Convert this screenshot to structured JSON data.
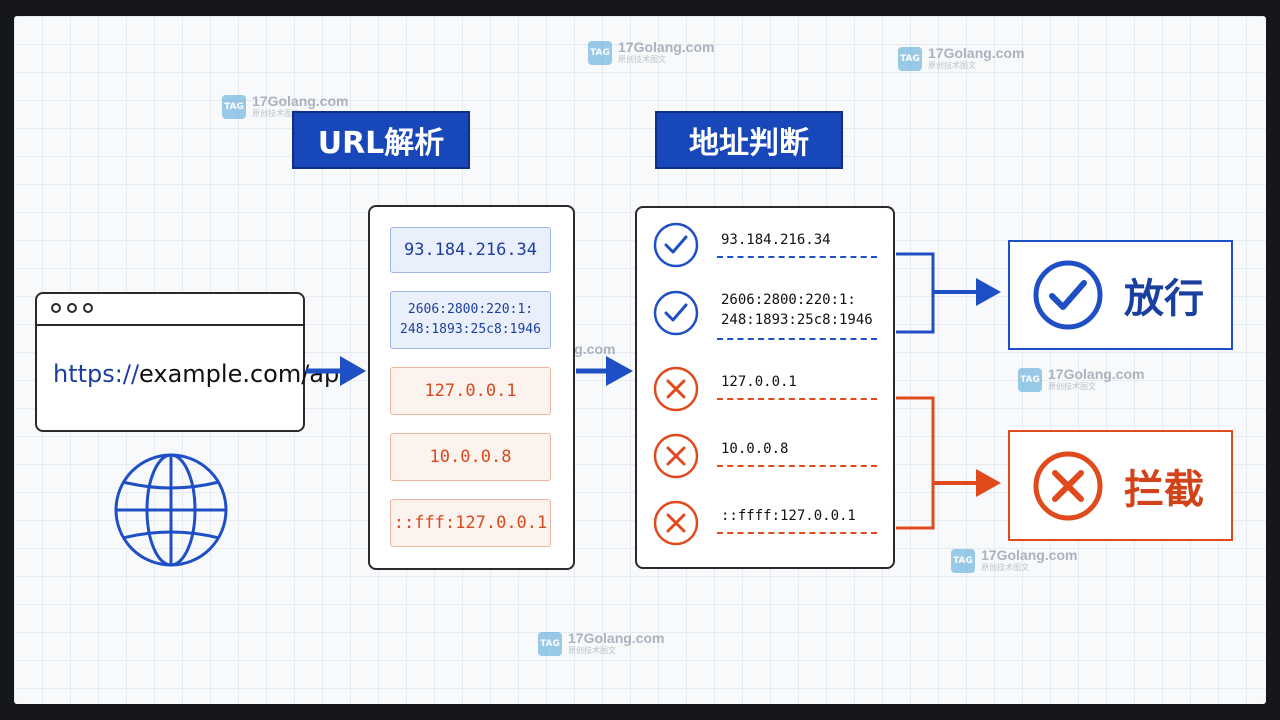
{
  "titles": {
    "parse": "URL解析",
    "judge": "地址判断"
  },
  "browser": {
    "scheme": "https://",
    "host_path": "example.com/api"
  },
  "parsed_addresses": [
    {
      "text": "93.184.216.34",
      "status": "allowed"
    },
    {
      "text": "2606:2800:220:1:\n248:1893:25c8:1946",
      "status": "allowed"
    },
    {
      "text": "127.0.0.1",
      "status": "blocked"
    },
    {
      "text": "10.0.0.8",
      "status": "blocked"
    },
    {
      "text": "::fff:127.0.0.1",
      "status": "blocked"
    }
  ],
  "judged_addresses": [
    {
      "text": "93.184.216.34",
      "status": "allowed",
      "icon": "check-circle-icon"
    },
    {
      "text": "2606:2800:220:1:\n248:1893:25c8:1946",
      "status": "allowed",
      "icon": "check-circle-icon"
    },
    {
      "text": "127.0.0.1",
      "status": "blocked",
      "icon": "x-circle-icon"
    },
    {
      "text": "10.0.0.8",
      "status": "blocked",
      "icon": "x-circle-icon"
    },
    {
      "text": "::ffff:127.0.0.1",
      "status": "blocked",
      "icon": "x-circle-icon"
    }
  ],
  "results": {
    "allow": "放行",
    "block": "拦截"
  },
  "watermark": {
    "name": "17Golang.com",
    "sub": "原创技术图文",
    "badge": "TAG"
  },
  "colors": {
    "allowed": "#1f4fc4",
    "blocked": "#e04a1c",
    "title_bg": "#1747b8"
  }
}
